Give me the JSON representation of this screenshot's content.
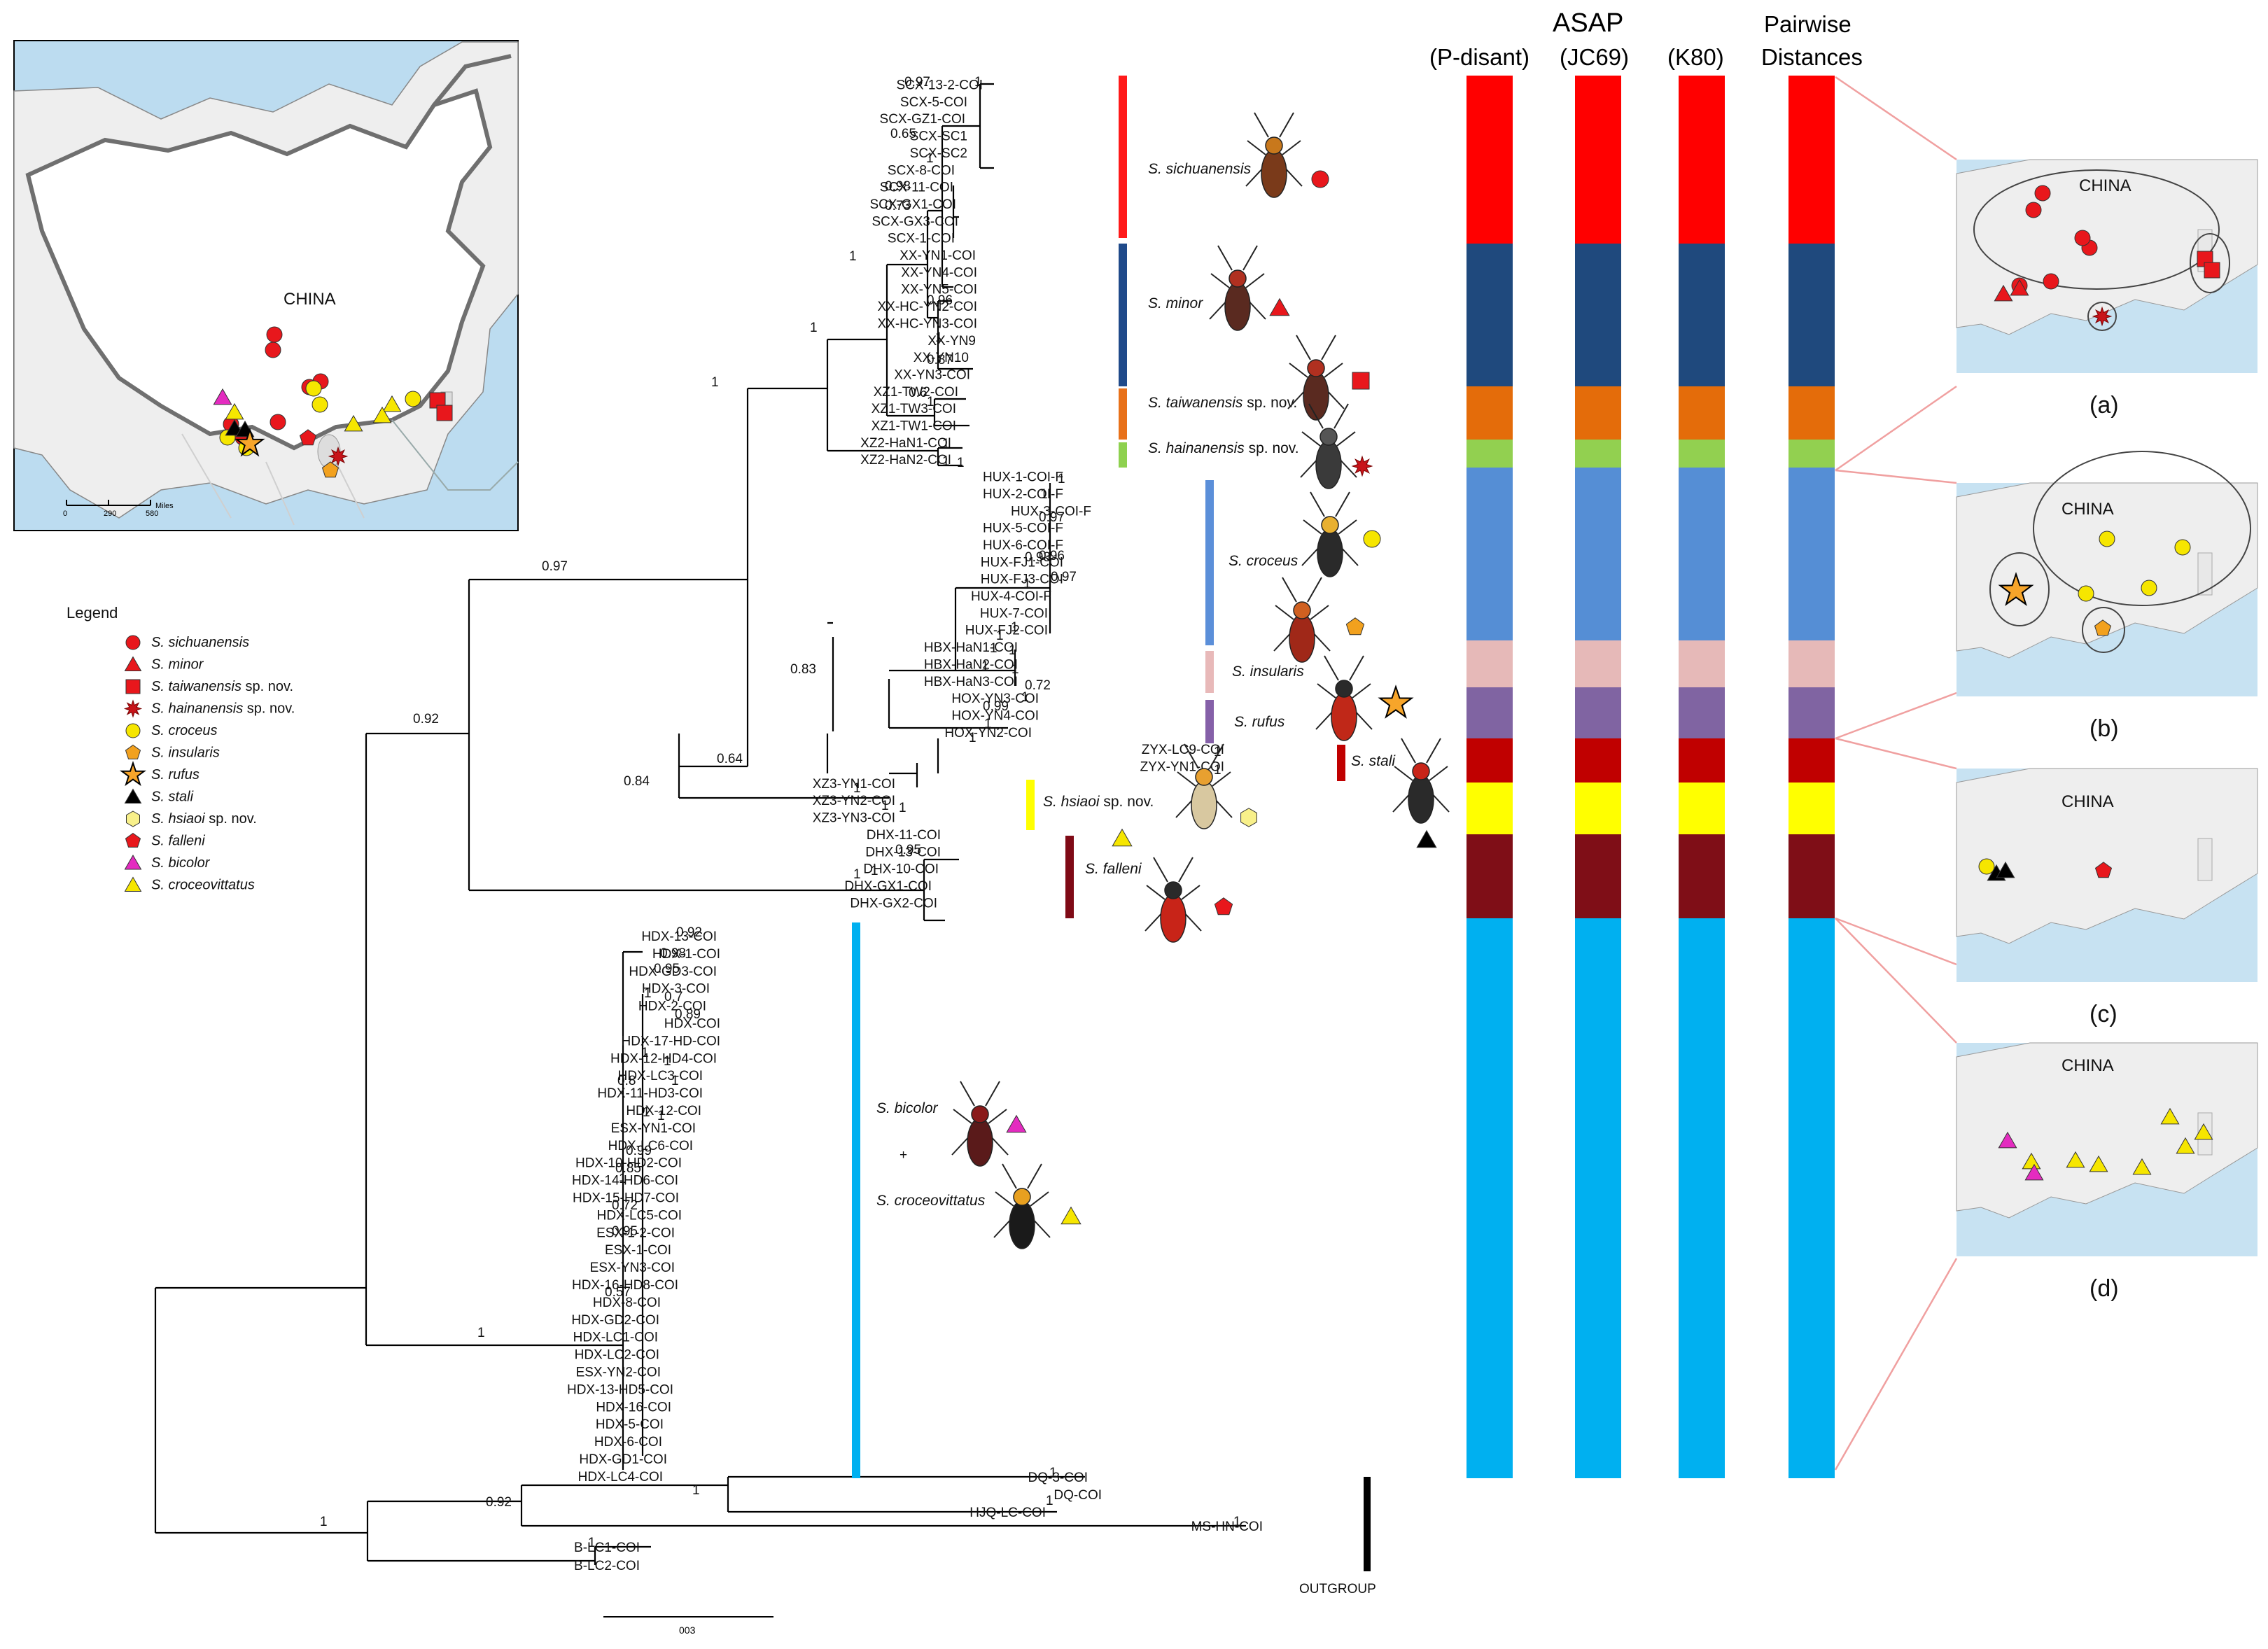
{
  "headers": {
    "pdisant": "(P-disant)",
    "asap": "ASAP",
    "jc69": "(JC69)",
    "k80": "(K80)",
    "pairwise1": "Pairwise",
    "pairwise2": "Distances"
  },
  "legend": {
    "title": "Legend",
    "items": [
      {
        "name": "S. sichuanensis",
        "suffix": "",
        "symbol": "circle",
        "color": "#e8171c"
      },
      {
        "name": "S. minor",
        "suffix": "",
        "symbol": "triangle",
        "color": "#e8171c"
      },
      {
        "name": "S. taiwanensis",
        "suffix": " sp. nov.",
        "symbol": "square",
        "color": "#e8171c"
      },
      {
        "name": "S. hainanensis",
        "suffix": " sp. nov.",
        "symbol": "star-burst",
        "color": "#c8141a"
      },
      {
        "name": "S. croceus",
        "suffix": "",
        "symbol": "circle",
        "color": "#f6e600"
      },
      {
        "name": "S. insularis",
        "suffix": "",
        "symbol": "pentagon",
        "color": "#f2a11e"
      },
      {
        "name": "S. rufus",
        "suffix": "",
        "symbol": "star",
        "color": "#f7a52a"
      },
      {
        "name": "S. stali",
        "suffix": "",
        "symbol": "triangle",
        "color": "#000000"
      },
      {
        "name": "S. hsiaoi",
        "suffix": " sp. nov.",
        "symbol": "hexagon",
        "color": "#f8f08a"
      },
      {
        "name": "S. falleni",
        "suffix": "",
        "symbol": "pentagon",
        "color": "#e8171c"
      },
      {
        "name": "S. bicolor",
        "suffix": "",
        "symbol": "triangle",
        "color": "#e42bc0"
      },
      {
        "name": "S.  croceovittatus",
        "suffix": "",
        "symbol": "triangle",
        "color": "#f6e600"
      }
    ]
  },
  "map": {
    "label": "CHINA",
    "scale_labels": [
      "0",
      "290",
      "580"
    ],
    "scale_unit": "Miles"
  },
  "tree": {
    "scale_label": "003",
    "clades": [
      {
        "name": "S. sichuanensis",
        "suffix": "",
        "color": "#ff1a1a"
      },
      {
        "name": "S. minor",
        "suffix": "",
        "color": "#1f4a8a"
      },
      {
        "name": "S. taiwanensis",
        "suffix": " sp. nov.",
        "color": "#e8711a"
      },
      {
        "name": "S. hainanensis",
        "suffix": " sp. nov.",
        "color": "#8ed14f"
      },
      {
        "name": "S. croceus",
        "suffix": "",
        "color": "#5b8fd9"
      },
      {
        "name": "S. insularis",
        "suffix": "",
        "color": "#e8b9b9"
      },
      {
        "name": "S. rufus",
        "suffix": "",
        "color": "#8560a8"
      },
      {
        "name": "S. stali",
        "suffix": "",
        "color": "#c00000"
      },
      {
        "name": "S. hsiaoi",
        "suffix": " sp. nov.",
        "color": "#ffff00"
      },
      {
        "name": "S. falleni",
        "suffix": "",
        "color": "#7f0a16"
      },
      {
        "name": "S. bicolor",
        "suffix": "",
        "color": "#00b0f0"
      },
      {
        "name": "S. croceovittatus",
        "suffix": "",
        "color": "#00b0f0"
      }
    ],
    "plus_sign": "+",
    "outgroup": "OUTGROUP",
    "tips": [
      "SCX-13-2-COI",
      "SCX-5-COI",
      "SCX-GZ1-COI",
      "SCX-SC1",
      "SCX-SC2",
      "SCX-8-COI",
      "SCX-11-COI",
      "SCX-GX1-COI",
      "SCX-GX3-COI",
      "SCX-1-COI",
      "XX-YN1-COI",
      "XX-YN4-COI",
      "XX-YN5-COI",
      "XX-HC-YN2-COI",
      "XX-HC-YN3-COI",
      "XX-YN9",
      "XX-YN10",
      "XX-YN3-COI",
      "XZ1-TW2-COI",
      "XZ1-TW3-COI",
      "XZ1-TW1-COI",
      "XZ2-HaN1-COI",
      "XZ2-HaN2-COI",
      "HUX-1-COI-F",
      "HUX-2-COI-F",
      "HUX-3-COI-F",
      "HUX-5-COI-F",
      "HUX-6-COI-F",
      "HUX-FJ1-COI",
      "HUX-FJ3-COI",
      "HUX-4-COI-F",
      "HUX-7-COI",
      "HUX-FJ2-COI",
      "HBX-HaN1-COI",
      "HBX-HaN2-COI",
      "HBX-HaN3-COI",
      "HOX-YN3-COI",
      "HOX-YN4-COI",
      "HOX-YN2-COI",
      "ZYX-LC9-COI",
      "ZYX-YN1-COI",
      "XZ3-YN1-COI",
      "XZ3-YN2-COI",
      "XZ3-YN3-COI",
      "DHX-11-COI",
      "DHX-13-COI",
      "DHX-10-COI",
      "DHX-GX1-COI",
      "DHX-GX2-COI",
      "HDX-13-COI",
      "HDX-1-COI",
      "HDX-GD3-COI",
      "HDX-3-COI",
      "HDX-2-COI",
      "HDX-COI",
      "HDX-17-HD-COI",
      "HDX-12-HD4-COI",
      "HDX-LC3-COI",
      "HDX-11-HD3-COI",
      "HDX-12-COI",
      "ESX-YN1-COI",
      "HDX-LC6-COI",
      "HDX-10-HD2-COI",
      "HDX-14-HD6-COI",
      "HDX-15-HD7-COI",
      "HDX-LC5-COI",
      "ESX-1-2-COI",
      "ESX-1-COI",
      "ESX-YN3-COI",
      "HDX-16-HD8-COI",
      "HDX-8-COI",
      "HDX-GD2-COI",
      "HDX-LC1-COI",
      "HDX-LC2-COI",
      "ESX-YN2-COI",
      "HDX-13-HD5-COI",
      "HDX-16-COI",
      "HDX-5-COI",
      "HDX-6-COI",
      "HDX-GD1-COI",
      "HDX-LC4-COI",
      "DQ-3-COI",
      "DQ-COI",
      "HJQ-LC-COI",
      "MS-HN-COI",
      "B-LC1-COI",
      "B-LC2-COI"
    ],
    "supports": [
      "1",
      "0.97",
      "0.65",
      "1",
      "0.98",
      "0.73",
      "1",
      "1",
      "0.96",
      "1",
      "0.87",
      "1",
      "0.6",
      "1",
      "1",
      "1",
      "1",
      "1",
      "1",
      "0.97",
      "0.93",
      "0.96",
      "0.97",
      "1",
      "1",
      "1",
      "1",
      "1",
      "1",
      "0.72",
      "1",
      "1",
      "0.99",
      "1",
      "1",
      "0.83",
      "0.64",
      "0.84",
      "1",
      "1",
      "0.92",
      "1",
      "0.97",
      "1",
      "1",
      "1",
      "0.95",
      "1",
      "0.92",
      "0.98",
      "0.95",
      "1",
      "0.7",
      "0.89",
      "1",
      "1",
      "0.8",
      "1",
      "1",
      "0.99",
      "0.85",
      "1",
      "0.72",
      "0.95",
      "1",
      "0.57",
      "1",
      "1",
      "1",
      "1",
      "0.92",
      "1",
      "1",
      "1"
    ]
  },
  "delimitation": {
    "segments": [
      {
        "clade": "S. sichuanensis",
        "color": "#ff0000"
      },
      {
        "clade": "S. minor",
        "color": "#1f497d"
      },
      {
        "clade": "S. taiwanensis",
        "color": "#e46c0a"
      },
      {
        "clade": "S. hainanensis",
        "color": "#92d050"
      },
      {
        "clade": "S. croceus",
        "color": "#558ed5"
      },
      {
        "clade": "S. insularis",
        "color": "#e6b9b8"
      },
      {
        "clade": "S. rufus",
        "color": "#8064a2"
      },
      {
        "clade": "S. stali",
        "color": "#c00000"
      },
      {
        "clade": "S. hsiaoi",
        "color": "#ffff00"
      },
      {
        "clade": "S. falleni",
        "color": "#7f0e17"
      },
      {
        "clade": "S. bicolor + S. croceovittatus",
        "color": "#00b0f0"
      }
    ]
  },
  "panels": [
    {
      "label": "(a)",
      "map_label": "CHINA"
    },
    {
      "label": "(b)",
      "map_label": "CHINA"
    },
    {
      "label": "(c)",
      "map_label": "CHINA"
    },
    {
      "label": "(d)",
      "map_label": "CHINA"
    }
  ]
}
